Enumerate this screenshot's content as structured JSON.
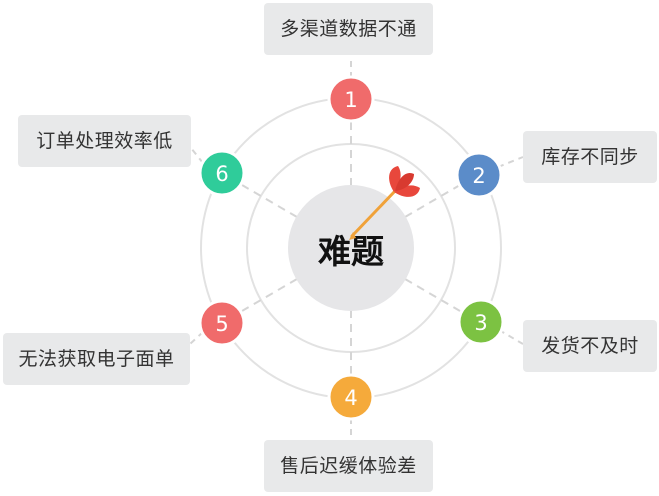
{
  "center": {
    "label": "难题"
  },
  "items": [
    {
      "number": "1",
      "label": "多渠道数据不通",
      "color": "#f06b6b"
    },
    {
      "number": "2",
      "label": "库存不同步",
      "color": "#5b8cc9"
    },
    {
      "number": "3",
      "label": "发货不及时",
      "color": "#7cc242"
    },
    {
      "number": "4",
      "label": "售后迟缓体验差",
      "color": "#f5aa3b"
    },
    {
      "number": "5",
      "label": "无法获取电子面单",
      "color": "#f06b6b"
    },
    {
      "number": "6",
      "label": "订单处理效率低",
      "color": "#2fcc9a"
    }
  ],
  "colors": {
    "ring": "#e2e2e2",
    "center_fill": "#e6e6e8",
    "box_fill": "#e8e9ea",
    "dart_red": "#e8473c",
    "dart_shaft": "#f0a23a"
  },
  "icons": {
    "center": "dart-icon"
  }
}
